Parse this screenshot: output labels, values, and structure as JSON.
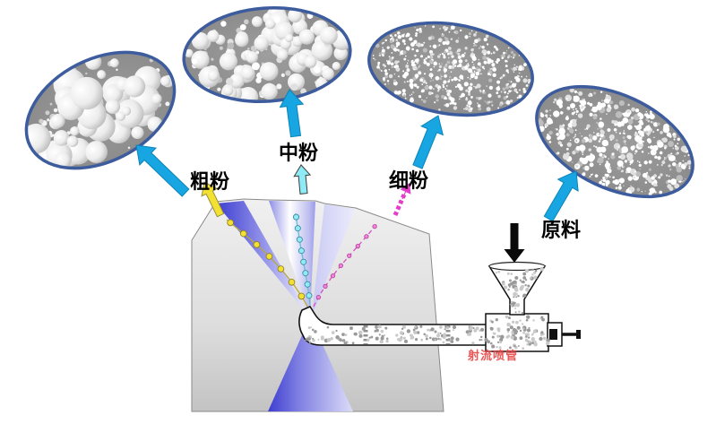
{
  "diagram": {
    "labels": {
      "coarse": "粗粉",
      "medium": "中粉",
      "fine": "细粉",
      "feed": "原料"
    },
    "watermark": {
      "text": "射流喷管",
      "color": "#e84545"
    },
    "colors": {
      "sample_border": "#3d5c9e",
      "pointer_arrow": "#18a6e2",
      "pointer_arrow_edge": "#0d84b8",
      "coarse_arrow": "#f2e033",
      "coarse_arrow_edge": "#97913a",
      "medium_arrow": "#8eeaf4",
      "medium_arrow_edge": "#3d3d3d",
      "fine_arrow": "#e23ec8",
      "feed_arrow": "#0a0a0a",
      "channel_blue": "#3d3dd0"
    },
    "samples": [
      {
        "name": "coarse-powder-sample",
        "particles": {
          "count": 48,
          "min_r": 5,
          "max_r": 19,
          "fines": 70,
          "seed": 11
        }
      },
      {
        "name": "medium-powder-sample",
        "particles": {
          "count": 95,
          "min_r": 3,
          "max_r": 12,
          "fines": 60,
          "seed": 22
        }
      },
      {
        "name": "fine-powder-sample",
        "particles": {
          "count": 560,
          "min_r": 0.7,
          "max_r": 2.6,
          "fines": 0,
          "seed": 33
        }
      },
      {
        "name": "ultrafine-powder-sample",
        "particles": {
          "count": 500,
          "min_r": 0.7,
          "max_r": 3.8,
          "fines": 0,
          "seed": 44
        }
      }
    ],
    "trajectories": [
      {
        "name": "coarse-trajectory",
        "dots": 7,
        "dot_r": 3.4,
        "fill": "#f2e033",
        "stroke": "#8a7a20"
      },
      {
        "name": "medium-trajectory",
        "dots": 8,
        "dot_r": 3.1,
        "fill": "#8eeaf4",
        "stroke": "#35809a"
      },
      {
        "name": "fine-trajectory",
        "dots": 8,
        "dot_r": 2.2,
        "fill": "#ef86da",
        "stroke": "#b03897"
      }
    ]
  }
}
